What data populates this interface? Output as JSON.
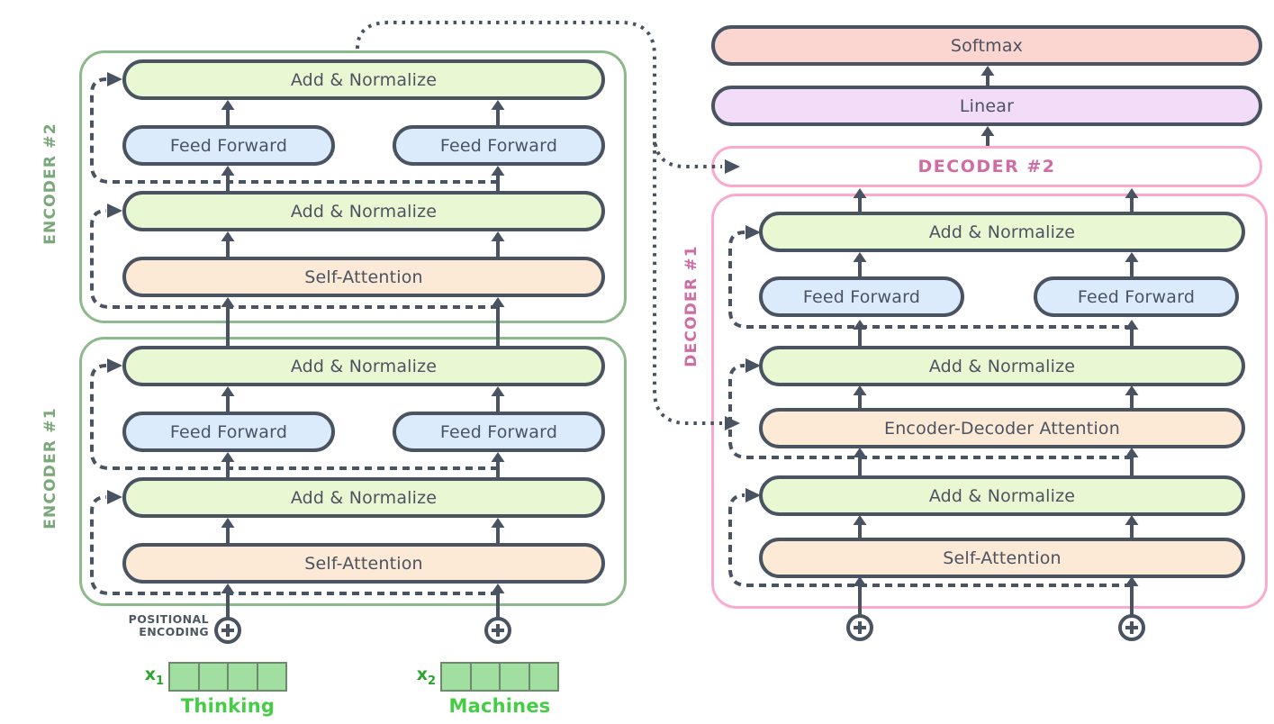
{
  "encoder_stack": {
    "encoder2": {
      "label": "ENCODER #2",
      "add_norm_top": "Add & Normalize",
      "feed_forward_left": "Feed Forward",
      "feed_forward_right": "Feed Forward",
      "add_norm_mid": "Add & Normalize",
      "self_attention": "Self-Attention"
    },
    "encoder1": {
      "label": "ENCODER #1",
      "add_norm_top": "Add & Normalize",
      "feed_forward_left": "Feed Forward",
      "feed_forward_right": "Feed Forward",
      "add_norm_mid": "Add & Normalize",
      "self_attention": "Self-Attention"
    },
    "positional_encoding": {
      "line1": "POSITIONAL",
      "line2": "ENCODING"
    },
    "inputs": {
      "x1": {
        "symbol": "x",
        "index": "1",
        "word": "Thinking",
        "cell_count": 4
      },
      "x2": {
        "symbol": "x",
        "index": "2",
        "word": "Machines",
        "cell_count": 4
      }
    }
  },
  "decoder_stack": {
    "softmax": "Softmax",
    "linear": "Linear",
    "decoder2": {
      "label": "DECODER #2"
    },
    "decoder1": {
      "label": "DECODER #1",
      "add_norm_top": "Add & Normalize",
      "feed_forward_left": "Feed Forward",
      "feed_forward_right": "Feed Forward",
      "add_norm_mid": "Add & Normalize",
      "encoder_decoder_attention": "Encoder-Decoder Attention",
      "add_norm_bottom": "Add & Normalize",
      "self_attention": "Self-Attention"
    }
  },
  "icons": {
    "add_positional": "circle-plus-icon"
  },
  "colors": {
    "outline": "#4a5361",
    "add_norm_fill": "#e8f8d3",
    "feed_forward_fill": "#dcebfb",
    "attention_fill": "#fdead6",
    "softmax_fill": "#fbd6d0",
    "linear_fill": "#f2dcf8",
    "encoder_border": "#8cba8c",
    "encoder_label": "#7aa87a",
    "decoder_border": "#fbaacd",
    "decoder_label": "#d06ca4",
    "embedding_fill": "#a0dfa0",
    "embedding_border": "#6d8a6d",
    "word_text": "#45ce45",
    "x_label_text": "#2aa42a"
  }
}
